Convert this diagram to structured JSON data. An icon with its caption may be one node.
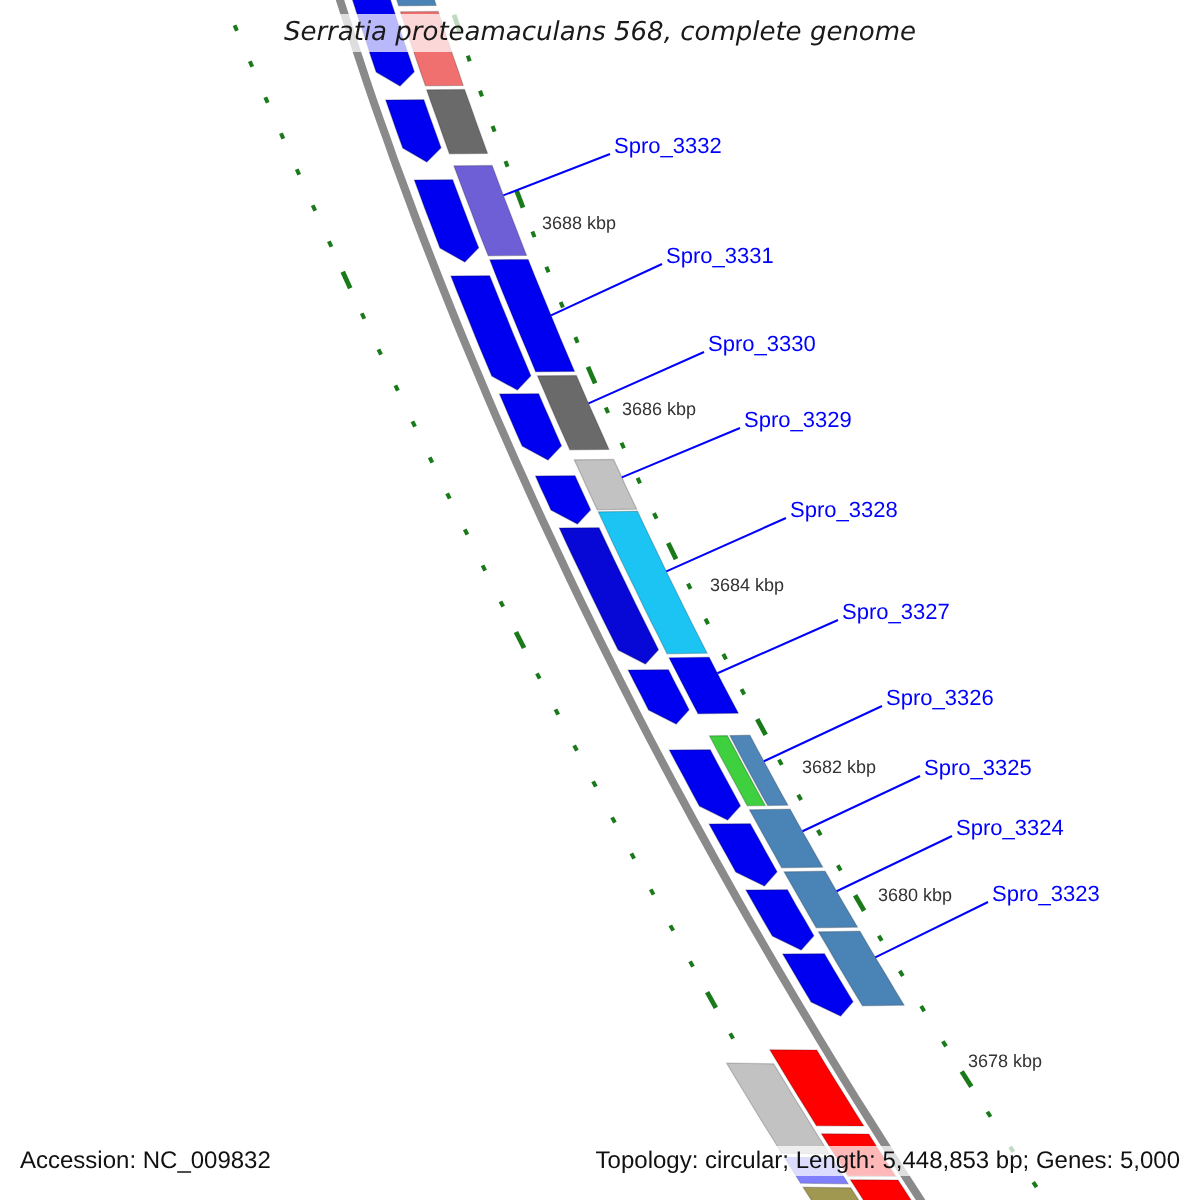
{
  "diagram": {
    "title": "Serratia proteamaculans 568, complete genome",
    "nodes": [
      {
        "text": [
          "Spro_3332"
        ]
      },
      {
        "text": [
          "Spro_3331"
        ]
      },
      {
        "text": [
          "Spro_3330"
        ]
      },
      {
        "text": [
          "Spro_3329"
        ]
      },
      {
        "text": [
          "Spro_3328"
        ]
      },
      {
        "text": [
          "Spro_3327"
        ]
      },
      {
        "text": [
          "Spro_3326"
        ]
      },
      {
        "text": [
          "Spro_3325"
        ]
      },
      {
        "text": [
          "Spro_3324"
        ]
      },
      {
        "text": [
          "Spro_3323"
        ]
      },
      {
        "text": [],
        "shape": "bar"
      },
      {
        "text": [],
        "shape": "bar"
      },
      {
        "text": [],
        "shape": "bar"
      },
      {
        "text": [],
        "shape": "bar"
      },
      {
        "text": [],
        "shape": "bar"
      },
      {
        "text": [],
        "shape": "bar"
      },
      {
        "text": [],
        "shape": "bar"
      },
      {
        "text": [],
        "shape": "bar"
      },
      {
        "text": [],
        "shape": "bar"
      },
      {
        "text": [],
        "shape": "bar"
      }
    ],
    "edges": [
      {
        "from": 0,
        "to": 10,
        "arrow": "none"
      },
      {
        "from": 1,
        "to": 11,
        "arrow": "none"
      },
      {
        "from": 2,
        "to": 12,
        "arrow": "none"
      },
      {
        "from": 3,
        "to": 13,
        "arrow": "none"
      },
      {
        "from": 4,
        "to": 14,
        "arrow": "none"
      },
      {
        "from": 5,
        "to": 15,
        "arrow": "none"
      },
      {
        "from": 6,
        "to": 16,
        "arrow": "none"
      },
      {
        "from": 7,
        "to": 17,
        "arrow": "none"
      },
      {
        "from": 8,
        "to": 18,
        "arrow": "none"
      },
      {
        "from": 9,
        "to": 19,
        "arrow": "none"
      }
    ],
    "labels": [
      "3688 kbp",
      "3686 kbp",
      "3684 kbp",
      "3682 kbp",
      "3680 kbp",
      "3678 kbp",
      "Accession: NC_009832",
      "Topology: circular; Length: 5,448,853 bp; Genes: 5,000"
    ]
  }
}
